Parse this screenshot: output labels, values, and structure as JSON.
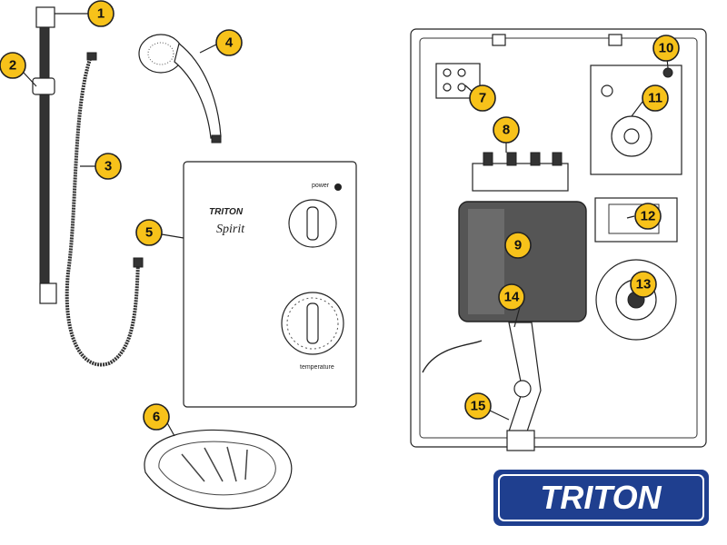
{
  "brand": {
    "logo_text": "TRITON",
    "logo_color": "#1f3f8f",
    "panel_brand": "TRITON",
    "panel_model": "Spirit"
  },
  "panel": {
    "power_label": "power",
    "temperature_label": "temperature"
  },
  "callouts": [
    "1",
    "2",
    "3",
    "4",
    "5",
    "6",
    "7",
    "8",
    "9",
    "10",
    "11",
    "12",
    "13",
    "14",
    "15"
  ],
  "colors": {
    "callout_fill": "#f7c21a",
    "ink": "#222222"
  }
}
